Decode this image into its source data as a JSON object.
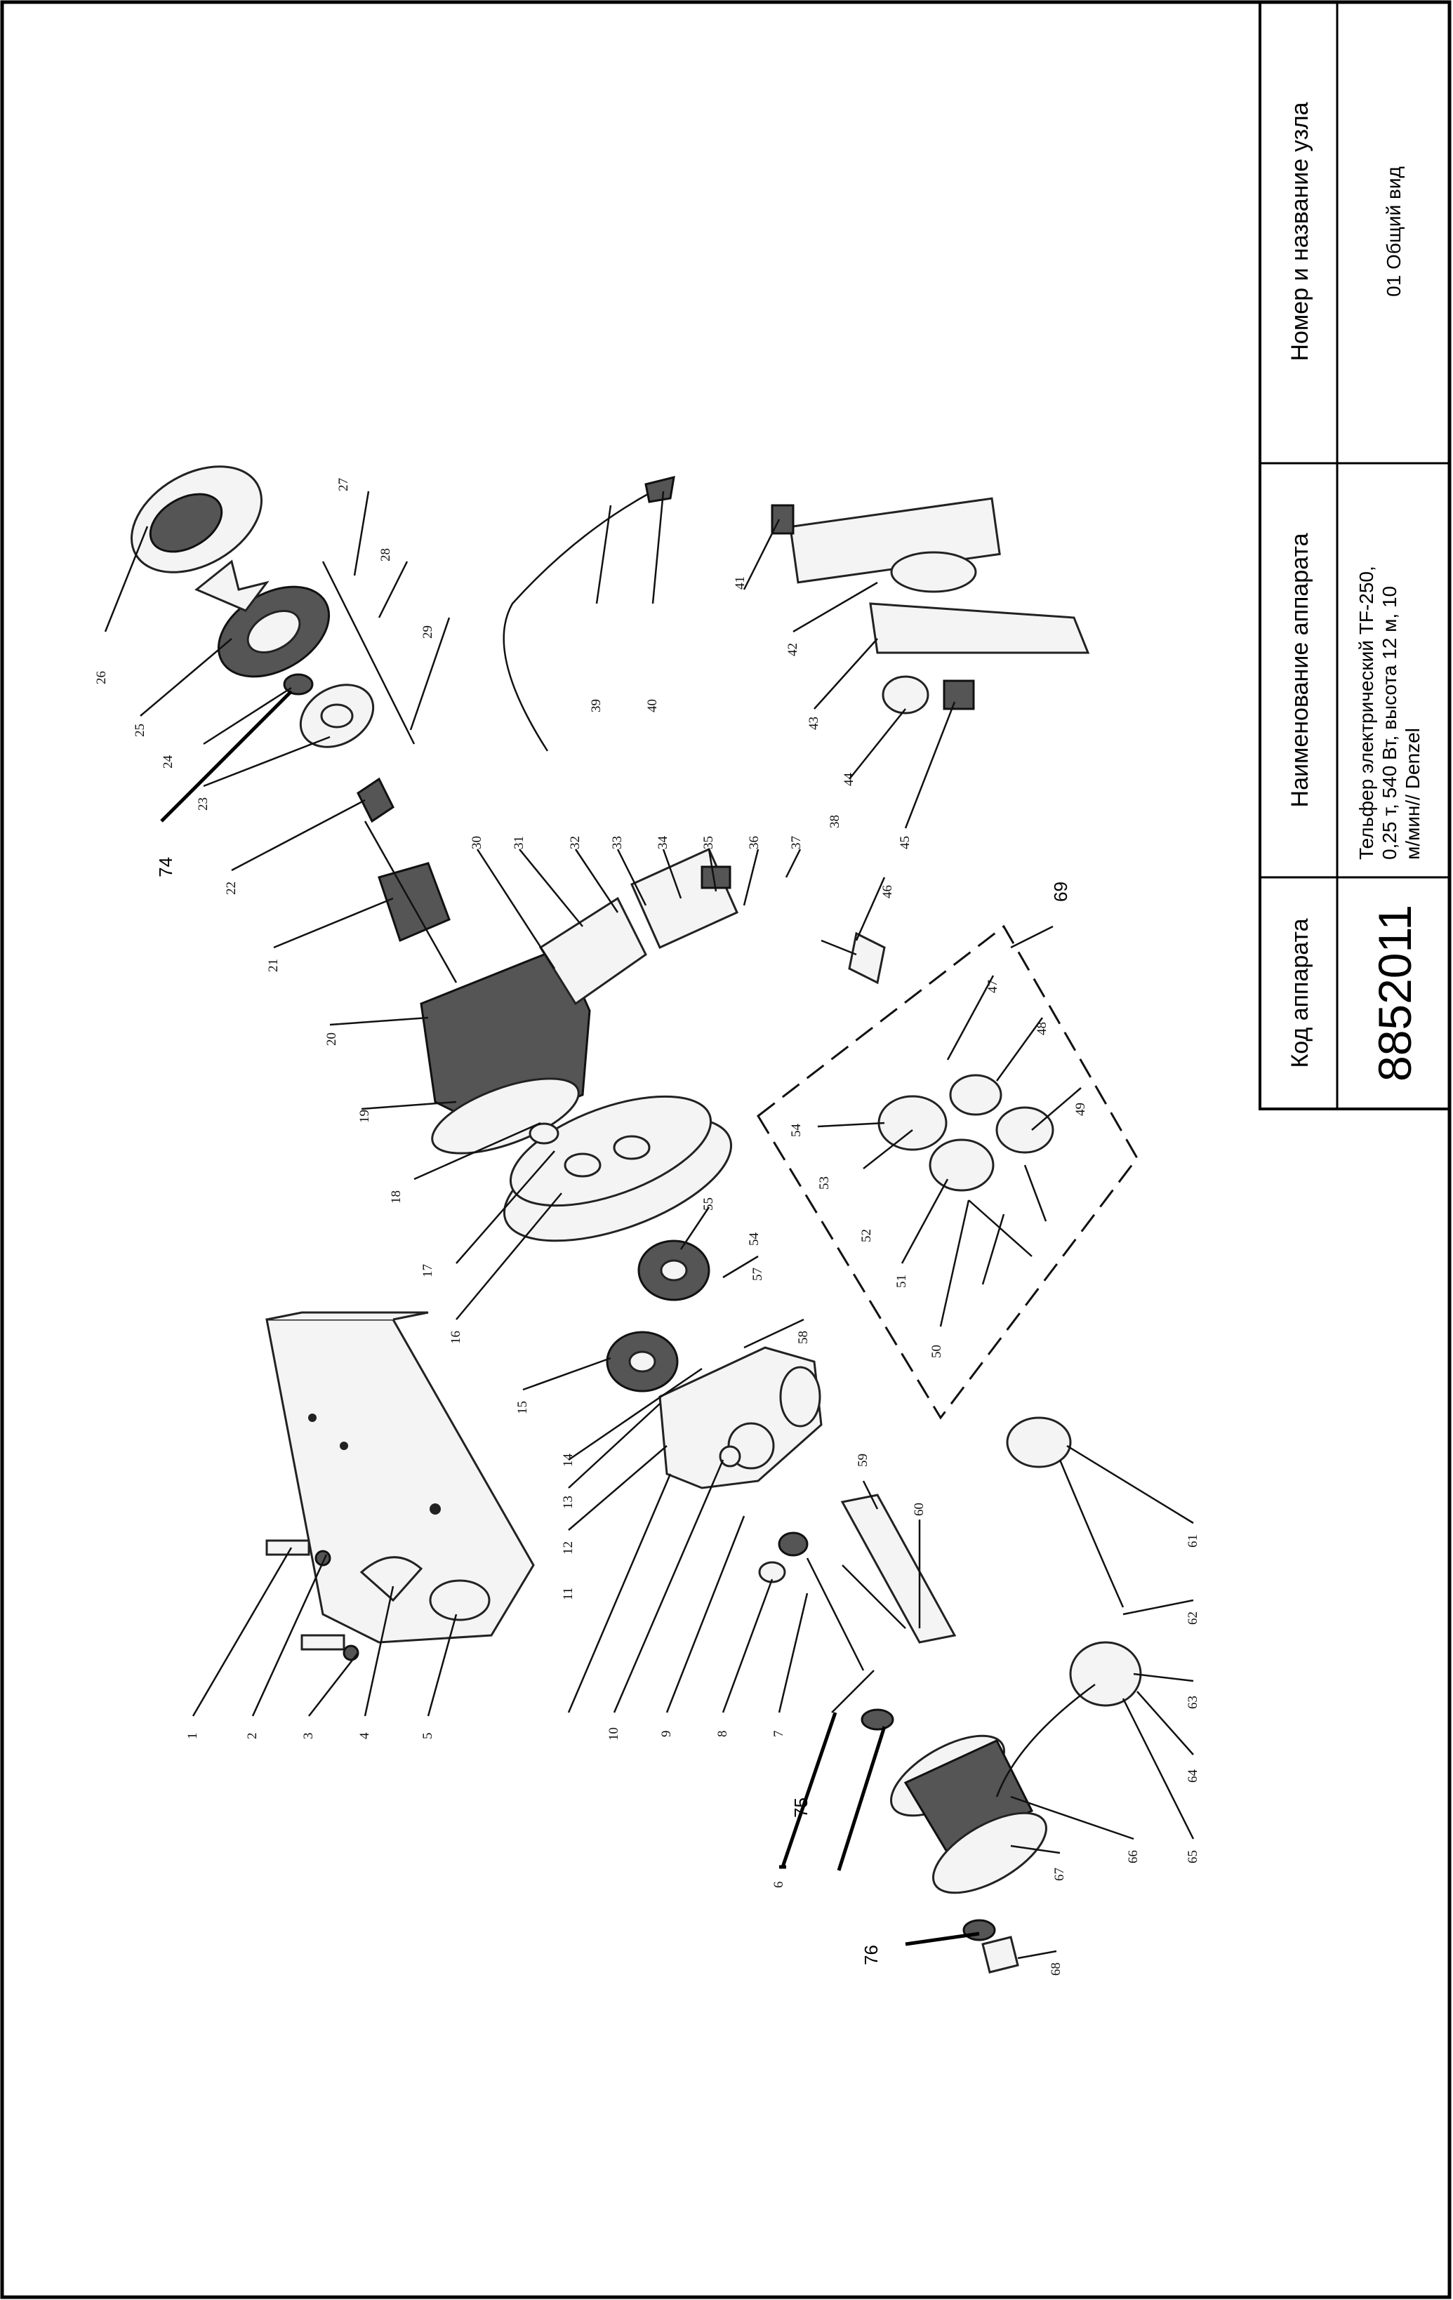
{
  "title_block": {
    "code_header": "Код аппарата",
    "code_value": "8852011",
    "name_header": "Наименование аппарата",
    "name_lines": [
      "Тельфер электрический TF-250,",
      "0,25 т, 540 Вт, высота 12 м, 10",
      "м/мин// Denzel"
    ],
    "node_header": "Номер и название узла",
    "node_value": "01 Общий вид"
  },
  "parts": {
    "p1": "1",
    "p2": "2",
    "p3": "3",
    "p4": "4",
    "p5": "5",
    "p6": "6",
    "p7": "7",
    "p8": "8",
    "p9": "9",
    "p10": "10",
    "p11": "11",
    "p12": "12",
    "p13": "13",
    "p14": "14",
    "p15": "15",
    "p16": "16",
    "p17": "17",
    "p18": "18",
    "p19": "19",
    "p20": "20",
    "p21": "21",
    "p22": "22",
    "p23": "23",
    "p24": "24",
    "p25": "25",
    "p26": "26",
    "p27": "27",
    "p28": "28",
    "p29": "29",
    "p30": "30",
    "p31": "31",
    "p32": "32",
    "p33": "33",
    "p34": "34",
    "p35": "35",
    "p36": "36",
    "p37": "37",
    "p38": "38",
    "p39": "39",
    "p40": "40",
    "p41": "41",
    "p42": "42",
    "p43": "43",
    "p44": "44",
    "p45": "45",
    "p46": "46",
    "p47": "47",
    "p48": "48",
    "p49": "49",
    "p50": "50",
    "p51": "51",
    "p52": "52",
    "p53": "53",
    "p54a": "54",
    "p54b": "54",
    "p55": "55",
    "p57": "57",
    "p58": "58",
    "p59": "59",
    "p60": "60",
    "p61": "61",
    "p62": "62",
    "p63": "63",
    "p64": "64",
    "p65": "65",
    "p66": "66",
    "p67": "67",
    "p68": "68",
    "p69": "69",
    "p74": "74",
    "p75": "75",
    "p76": "76"
  }
}
